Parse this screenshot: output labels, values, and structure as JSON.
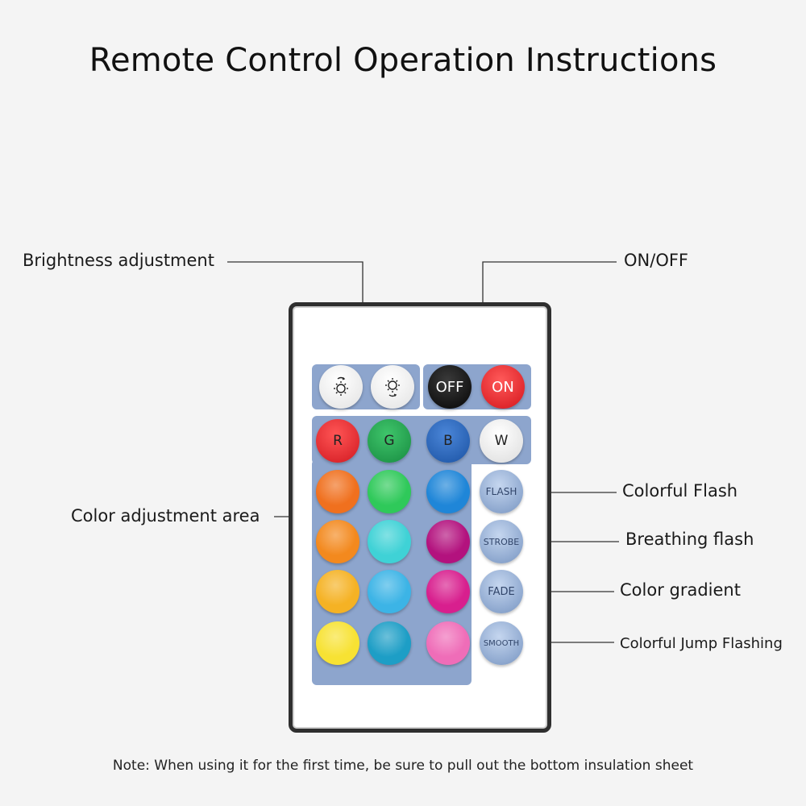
{
  "title": "Remote Control Operation Instructions",
  "labels": {
    "brightness": "Brightness adjustment",
    "onoff": "ON/OFF",
    "color_area": "Color adjustment area",
    "flash": "Colorful Flash",
    "strobe": "Breathing flash",
    "fade": "Color gradient",
    "smooth": "Colorful Jump Flashing"
  },
  "remote": {
    "buttons": {
      "bright_up_icon": "brightness-up-icon",
      "bright_down_icon": "brightness-down-icon",
      "off": "OFF",
      "on": "ON",
      "r": "R",
      "g": "G",
      "b": "B",
      "w": "W",
      "flash": "FLASH",
      "strobe": "STROBE",
      "fade": "FADE",
      "smooth": "SMOOTH"
    },
    "colors": {
      "panel": "#8da5cd",
      "red": "#e3212b",
      "green": "#1f9a4b",
      "blue": "#1f5fb5",
      "white": "#f2f2f2",
      "off": "#111111",
      "on": "#e9262a",
      "grid": [
        [
          "#f0701e",
          "#2fc95a",
          "#1f86d8"
        ],
        [
          "#f3891e",
          "#3fd2d6",
          "#b3127e"
        ],
        [
          "#f5b224",
          "#3cb4e6",
          "#d81f8e"
        ],
        [
          "#f7e233",
          "#1d9ec6",
          "#ef6db8"
        ]
      ]
    }
  },
  "note": "Note: When using it for the first time, be sure to pull out the bottom insulation sheet"
}
